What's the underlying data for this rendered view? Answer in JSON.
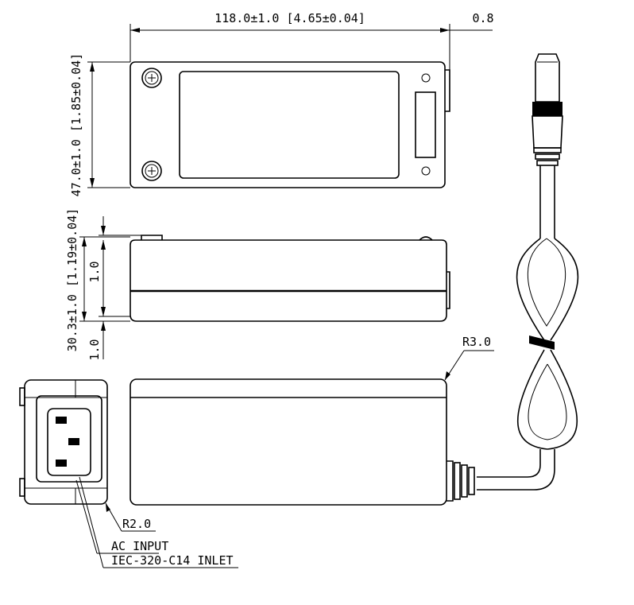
{
  "dimensions": {
    "length": "118.0±1.0 [4.65±0.04]",
    "offset": "0.8",
    "width": "47.0±1.0 [1.85±0.04]",
    "height": "30.3±1.0 [1.19±0.04]",
    "foot_top": "1.0",
    "foot_bottom": "1.0",
    "corner_radius_body": "R3.0",
    "corner_radius_inlet": "R2.0"
  },
  "labels": {
    "ac_input": "AC INPUT",
    "inlet_type": "IEC-320-C14 INLET"
  },
  "colors": {
    "line": "#000000",
    "background": "#ffffff"
  }
}
